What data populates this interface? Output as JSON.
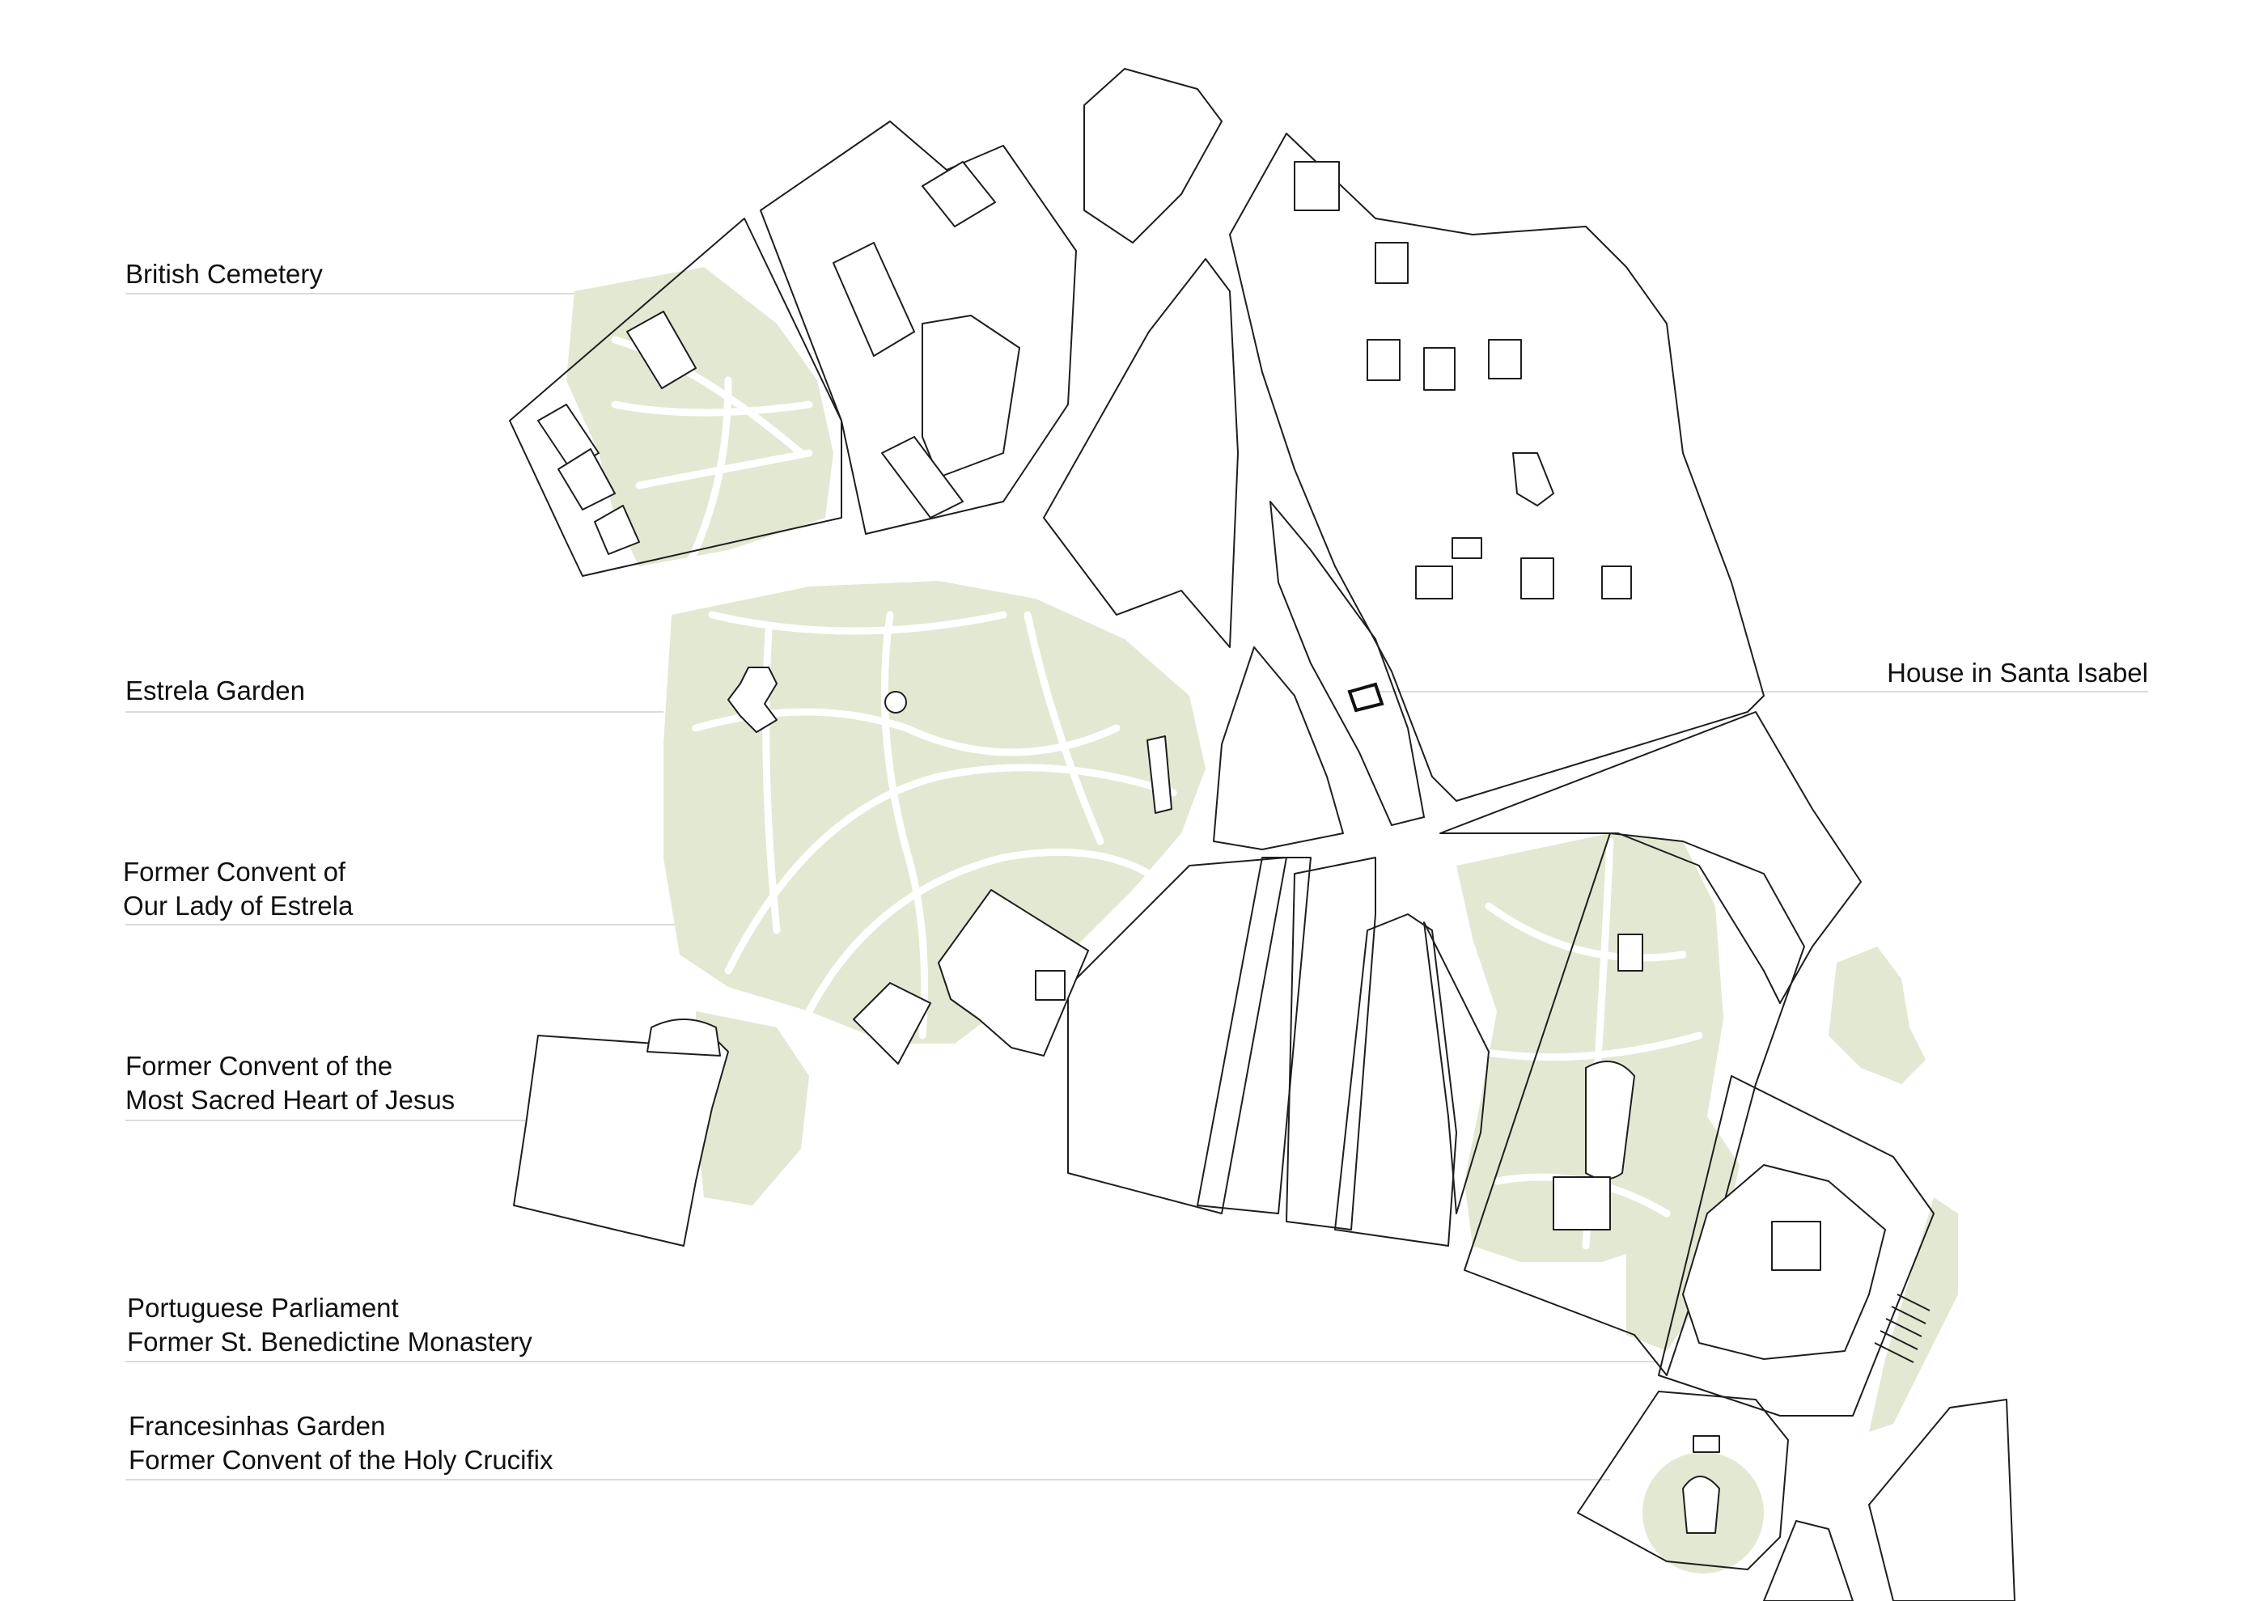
{
  "labels": {
    "british_cemetery": {
      "lines": [
        "British Cemetery"
      ]
    },
    "estrela_garden": {
      "lines": [
        "Estrela Garden"
      ]
    },
    "convent_estrela": {
      "lines": [
        "Former Convent of",
        "Our Lady of Estrela"
      ]
    },
    "convent_sacred_heart": {
      "lines": [
        "Former Convent of the",
        "Most Sacred Heart of Jesus"
      ]
    },
    "parliament": {
      "lines": [
        "Portuguese Parliament",
        "Former St. Benedictine Monastery"
      ]
    },
    "francesinhas": {
      "lines": [
        "Francesinhas Garden",
        "Former Convent of the Holy Crucifix"
      ]
    },
    "house_santa_isabel": {
      "lines": [
        "House in Santa Isabel"
      ]
    }
  },
  "colors": {
    "green_space": "#e2e8d2",
    "building_outline": "#1e1e1e",
    "leader_line": "#cfcfcf",
    "highlight_building": "#111111"
  }
}
